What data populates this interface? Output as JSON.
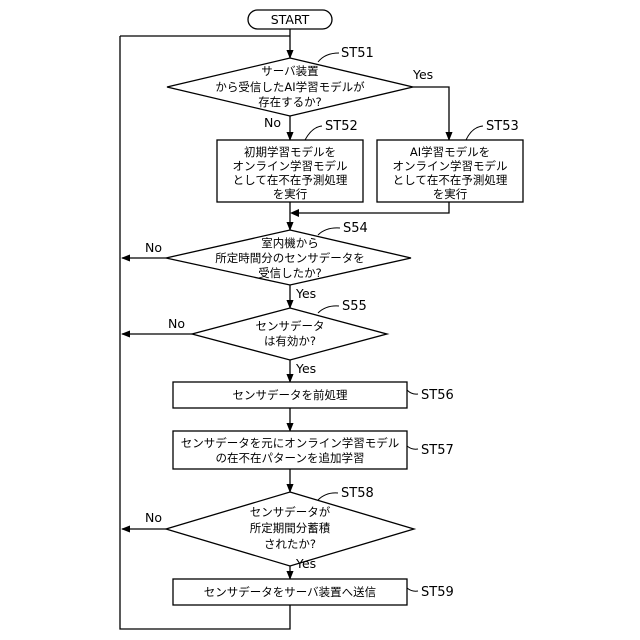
{
  "start": "START",
  "decisions": [
    {
      "id": "ST51",
      "lines": [
        "サーバ装置",
        "から受信したAI学習モデルが",
        "存在するか?"
      ],
      "yes": "Yes",
      "no": "No"
    },
    {
      "id": "S54",
      "lines": [
        "室内機から",
        "所定時間分のセンサデータを",
        "受信したか?"
      ],
      "yes": "Yes",
      "no": "No"
    },
    {
      "id": "S55",
      "lines": [
        "センサデータ",
        "は有効か?"
      ],
      "yes": "Yes",
      "no": "No"
    },
    {
      "id": "ST58",
      "lines": [
        "センサデータが",
        "所定期間分蓄積",
        "されたか?"
      ],
      "yes": "Yes",
      "no": "No"
    }
  ],
  "processes": [
    {
      "id": "ST52",
      "lines": [
        "初期学習モデルを",
        "オンライン学習モデル",
        "として在不在予測処理",
        "を実行"
      ]
    },
    {
      "id": "ST53",
      "lines": [
        "AI学習モデルを",
        "オンライン学習モデル",
        "として在不在予測処理",
        "を実行"
      ]
    },
    {
      "id": "ST56",
      "lines": [
        "センサデータを前処理"
      ]
    },
    {
      "id": "ST57",
      "lines": [
        "センサデータを元にオンライン学習モデル",
        "の在不在パターンを追加学習"
      ]
    },
    {
      "id": "ST59",
      "lines": [
        "センサデータをサーバ装置へ送信"
      ]
    }
  ]
}
